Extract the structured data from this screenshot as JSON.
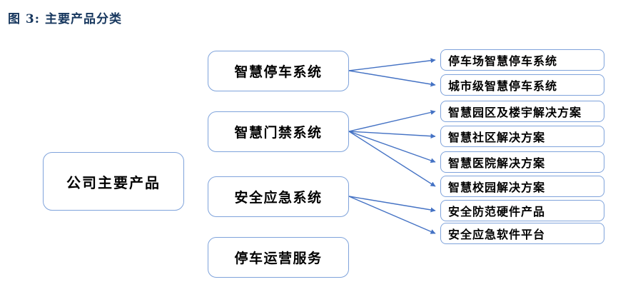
{
  "figure": {
    "title": "图 3: 主要产品分类"
  },
  "tree": {
    "root": "公司主要产品",
    "categories": [
      {
        "label": "智慧停车系统",
        "children": [
          "停车场智慧停车系统",
          "城市级智慧停车系统"
        ]
      },
      {
        "label": "智慧门禁系统",
        "children": [
          "智慧园区及楼宇解决方案",
          "智慧社区解决方案",
          "智慧医院解决方案",
          "智慧校园解决方案"
        ]
      },
      {
        "label": "安全应急系统",
        "children": [
          "安全防范硬件产品",
          "安全应急软件平台"
        ]
      },
      {
        "label": "停车运营服务",
        "children": []
      }
    ]
  },
  "colors": {
    "title": "#17375E",
    "box_border": "#7FA3DB",
    "arrow": "#4472C4",
    "text": "#000000",
    "background": "#FFFFFF"
  }
}
